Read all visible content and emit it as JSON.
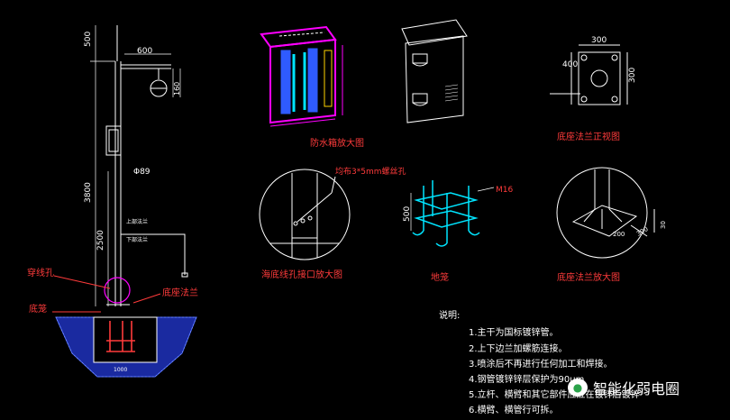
{
  "labels": {
    "box_detail": "防水箱放大图",
    "flange_front": "底座法兰正视图",
    "hole_detail": "海底线孔接口放大图",
    "cage": "地笼",
    "flange_detail": "底座法兰放大图",
    "threading_hole": "穿线孔",
    "ground_cage": "底笼",
    "base_flange": "底座法兰",
    "bolt_note": "均布3*5mm螺丝孔",
    "m16": "M16",
    "upper_flange": "上部法兰",
    "lower_flange": "下部法兰"
  },
  "dims": {
    "d500": "500",
    "d600": "600",
    "d3800": "3800",
    "d2500": "2500",
    "d89": "Φ89",
    "d1000": "1000",
    "d300a": "300",
    "d300b": "300",
    "d400": "400",
    "d200": "200",
    "d500b": "500",
    "d30": "30",
    "d300c": "300",
    "d160": "160"
  },
  "notes": {
    "title": "说明:",
    "items": [
      "1.主干为国标镀锌管。",
      "2.上下边兰加螺筋连接。",
      "3.喷涂后不再进行任何加工和焊接。",
      "4.钢管镀锌锌层保护为90μm",
      "5.立杆、横臂和其它部件应应在镀锌后镀锌",
      "6.横臂、横管行可拆。"
    ]
  },
  "watermark": {
    "text": "智能化弱电圈",
    "icon": "wechat-icon"
  },
  "colors": {
    "background": "#000000",
    "line": "#ffffff",
    "red": "#ff3b3b",
    "cyan": "#00e5ff",
    "magenta": "#ff00ff",
    "blue": "#2f5bff",
    "yellow": "#ffd400"
  }
}
